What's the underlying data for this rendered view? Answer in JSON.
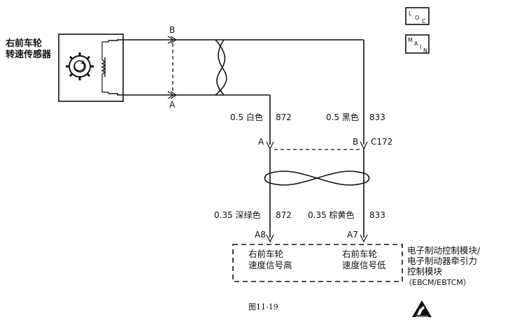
{
  "sensor": {
    "name_line1": "右前车轮",
    "name_line2": "转速传感器"
  },
  "sensor_terminals": {
    "top": "B",
    "bottom": "A"
  },
  "loc_icon": {
    "t1": "L",
    "t2": "O",
    "t3": "C"
  },
  "main_icon": {
    "t1": "M",
    "t2": "A",
    "t3": "I",
    "t4": "N"
  },
  "wire_left_upper": {
    "spec": "0.5 白色",
    "circuit": "872"
  },
  "wire_right_upper": {
    "spec": "0.5 黑色",
    "circuit": "833"
  },
  "connector_c172": {
    "pin_left": "A",
    "pin_right": "B",
    "name": "C172"
  },
  "wire_left_lower": {
    "spec": "0.35 深绿色",
    "circuit": "872"
  },
  "wire_right_lower": {
    "spec": "0.35 棕黄色",
    "circuit": "833"
  },
  "module_pins": {
    "left": "A8",
    "right": "A7"
  },
  "module_signals": {
    "left_line1": "右前车轮",
    "left_line2": "速度信号高",
    "right_line1": "右前车轮",
    "right_line2": "速度信号低"
  },
  "module": {
    "line1": "电子制动控制模块/",
    "line2": "电子制动器牵引力",
    "line3": "控制模块",
    "line4": "（EBCM/EBTCM）"
  },
  "caption": "图11-19"
}
